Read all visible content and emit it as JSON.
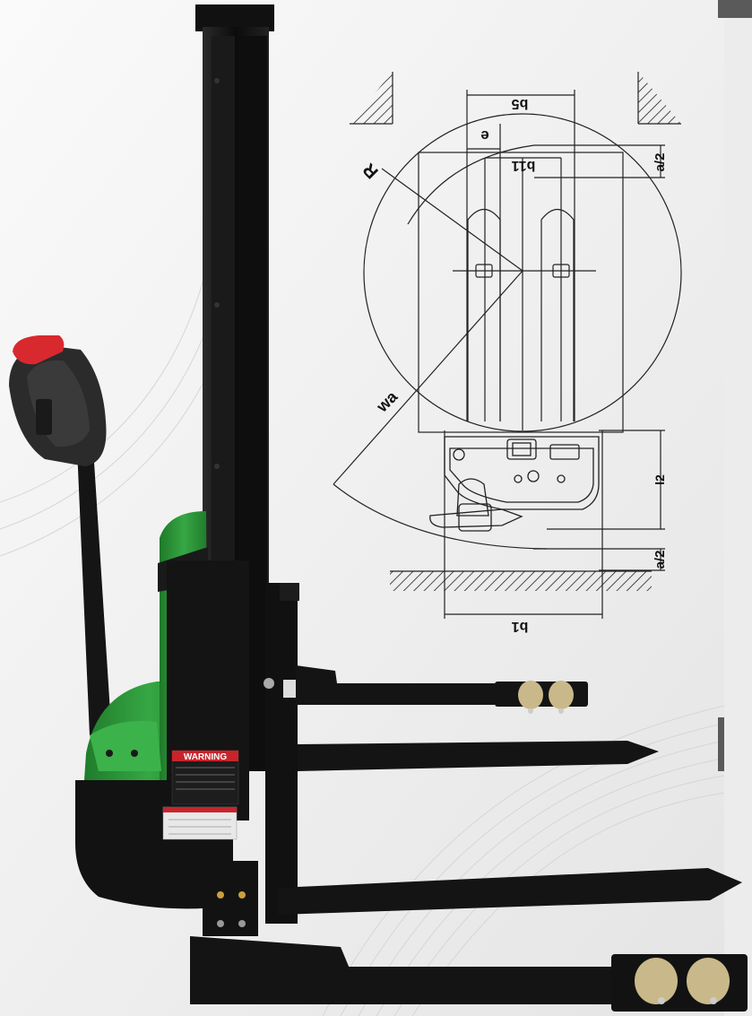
{
  "diagram": {
    "labels": {
      "b5": "b5",
      "e": "e",
      "b11": "b11",
      "R": "R",
      "a_half_top": "a/2",
      "wa": "wa",
      "l2": "l2",
      "a_half_bottom": "a/2",
      "b1": "b1"
    }
  },
  "truck": {
    "warning_label": "WARNING"
  },
  "colors": {
    "body_green": "#2e9a3a",
    "frame_black": "#141414",
    "handle_red": "#d8292f",
    "warning_red": "#c8242a",
    "side_bar": "#5a5a5a"
  }
}
